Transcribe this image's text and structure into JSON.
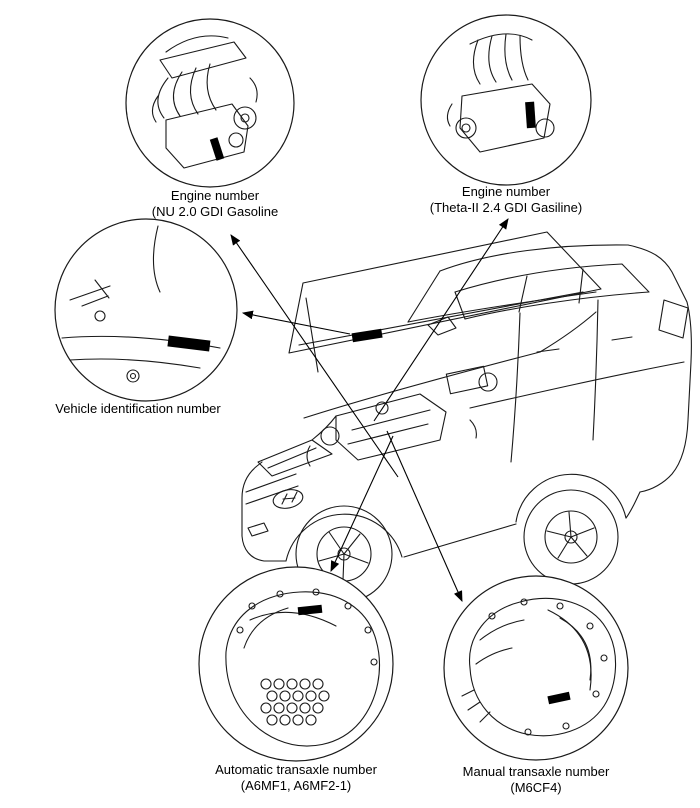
{
  "diagram": {
    "background_color": "#ffffff",
    "line_color": "#000000",
    "callouts": {
      "engine_nu": {
        "line1": "Engine number",
        "line2": "(NU 2.0 GDI Gasoline"
      },
      "engine_theta": {
        "line1": "Engine number",
        "line2": "(Theta-II 2.4 GDI Gasiline)"
      },
      "vin": {
        "line1": "Vehicle identification number"
      },
      "auto_transaxle": {
        "line1": "Automatic transaxle number",
        "line2": "(A6MF1, A6MF2-1)"
      },
      "manual_transaxle": {
        "line1": "Manual transaxle number",
        "line2": "(M6CF4)"
      }
    },
    "illustrations": [
      "nu-engine-detail",
      "theta-engine-detail",
      "vin-location-detail",
      "automatic-transaxle-detail",
      "manual-transaxle-detail",
      "vehicle-with-hood-open"
    ]
  }
}
